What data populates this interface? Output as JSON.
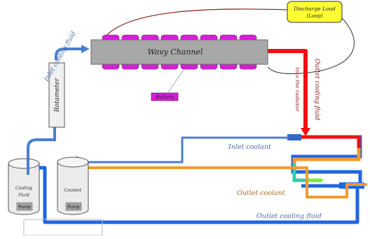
{
  "labels": {
    "wavy_channel": "Wavy Channel",
    "battery": "Battery",
    "discharge_load": "Discharge Load",
    "discharge_load_sub": "(Loop)",
    "inlet_cooling_fluid": "Inlet cooling fluid",
    "rotameter": "Rotameter",
    "outlet_cooling_fluid_vertical": "Outlet cooling fluid",
    "into_the_radiator": "Into the radiator",
    "inlet_coolant": "Inlet coolant",
    "outlet_coolant": "Outlet coolant",
    "outlet_cooling_fluid_bottom": "Outlet cooling fluid",
    "cooling_fluid_tank_line1": "Cooling",
    "cooling_fluid_tank_line2": "Fluid",
    "coolant_tank": "Coolant",
    "pump_left": "Pump",
    "pump_right": "Pump"
  },
  "colors": {
    "channel_fill": "#a8a8a8",
    "battery_magenta": "#d81ed8",
    "load_yellow": "#ffff33",
    "blue_pipe": "#4a7fd0",
    "deep_blue_pipe": "#1f66e0",
    "orange_pipe": "#f29a2e",
    "red_pipe": "#ee1111",
    "wire": "#8b1a1a"
  }
}
